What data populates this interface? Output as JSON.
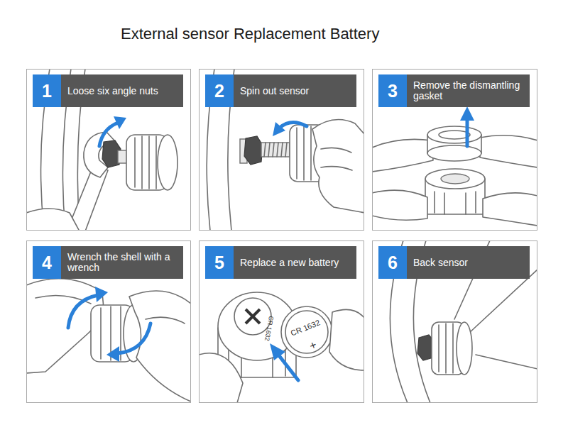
{
  "diagram": {
    "title": "External sensor Replacement Battery",
    "nodes": [
      {
        "text": [
          "1",
          "Loose six angle nuts"
        ]
      },
      {
        "text": [
          "2",
          "Spin out sensor"
        ]
      },
      {
        "text": [
          "3",
          "Remove the dismantling gasket"
        ]
      },
      {
        "text": [
          "4",
          "Wrench the shell with a wrench"
        ]
      },
      {
        "text": [
          "5",
          "Replace a new battery"
        ]
      },
      {
        "text": [
          "6",
          "Back sensor"
        ]
      }
    ],
    "labels": [
      "CR 1632",
      "CR 1632",
      "+"
    ]
  }
}
